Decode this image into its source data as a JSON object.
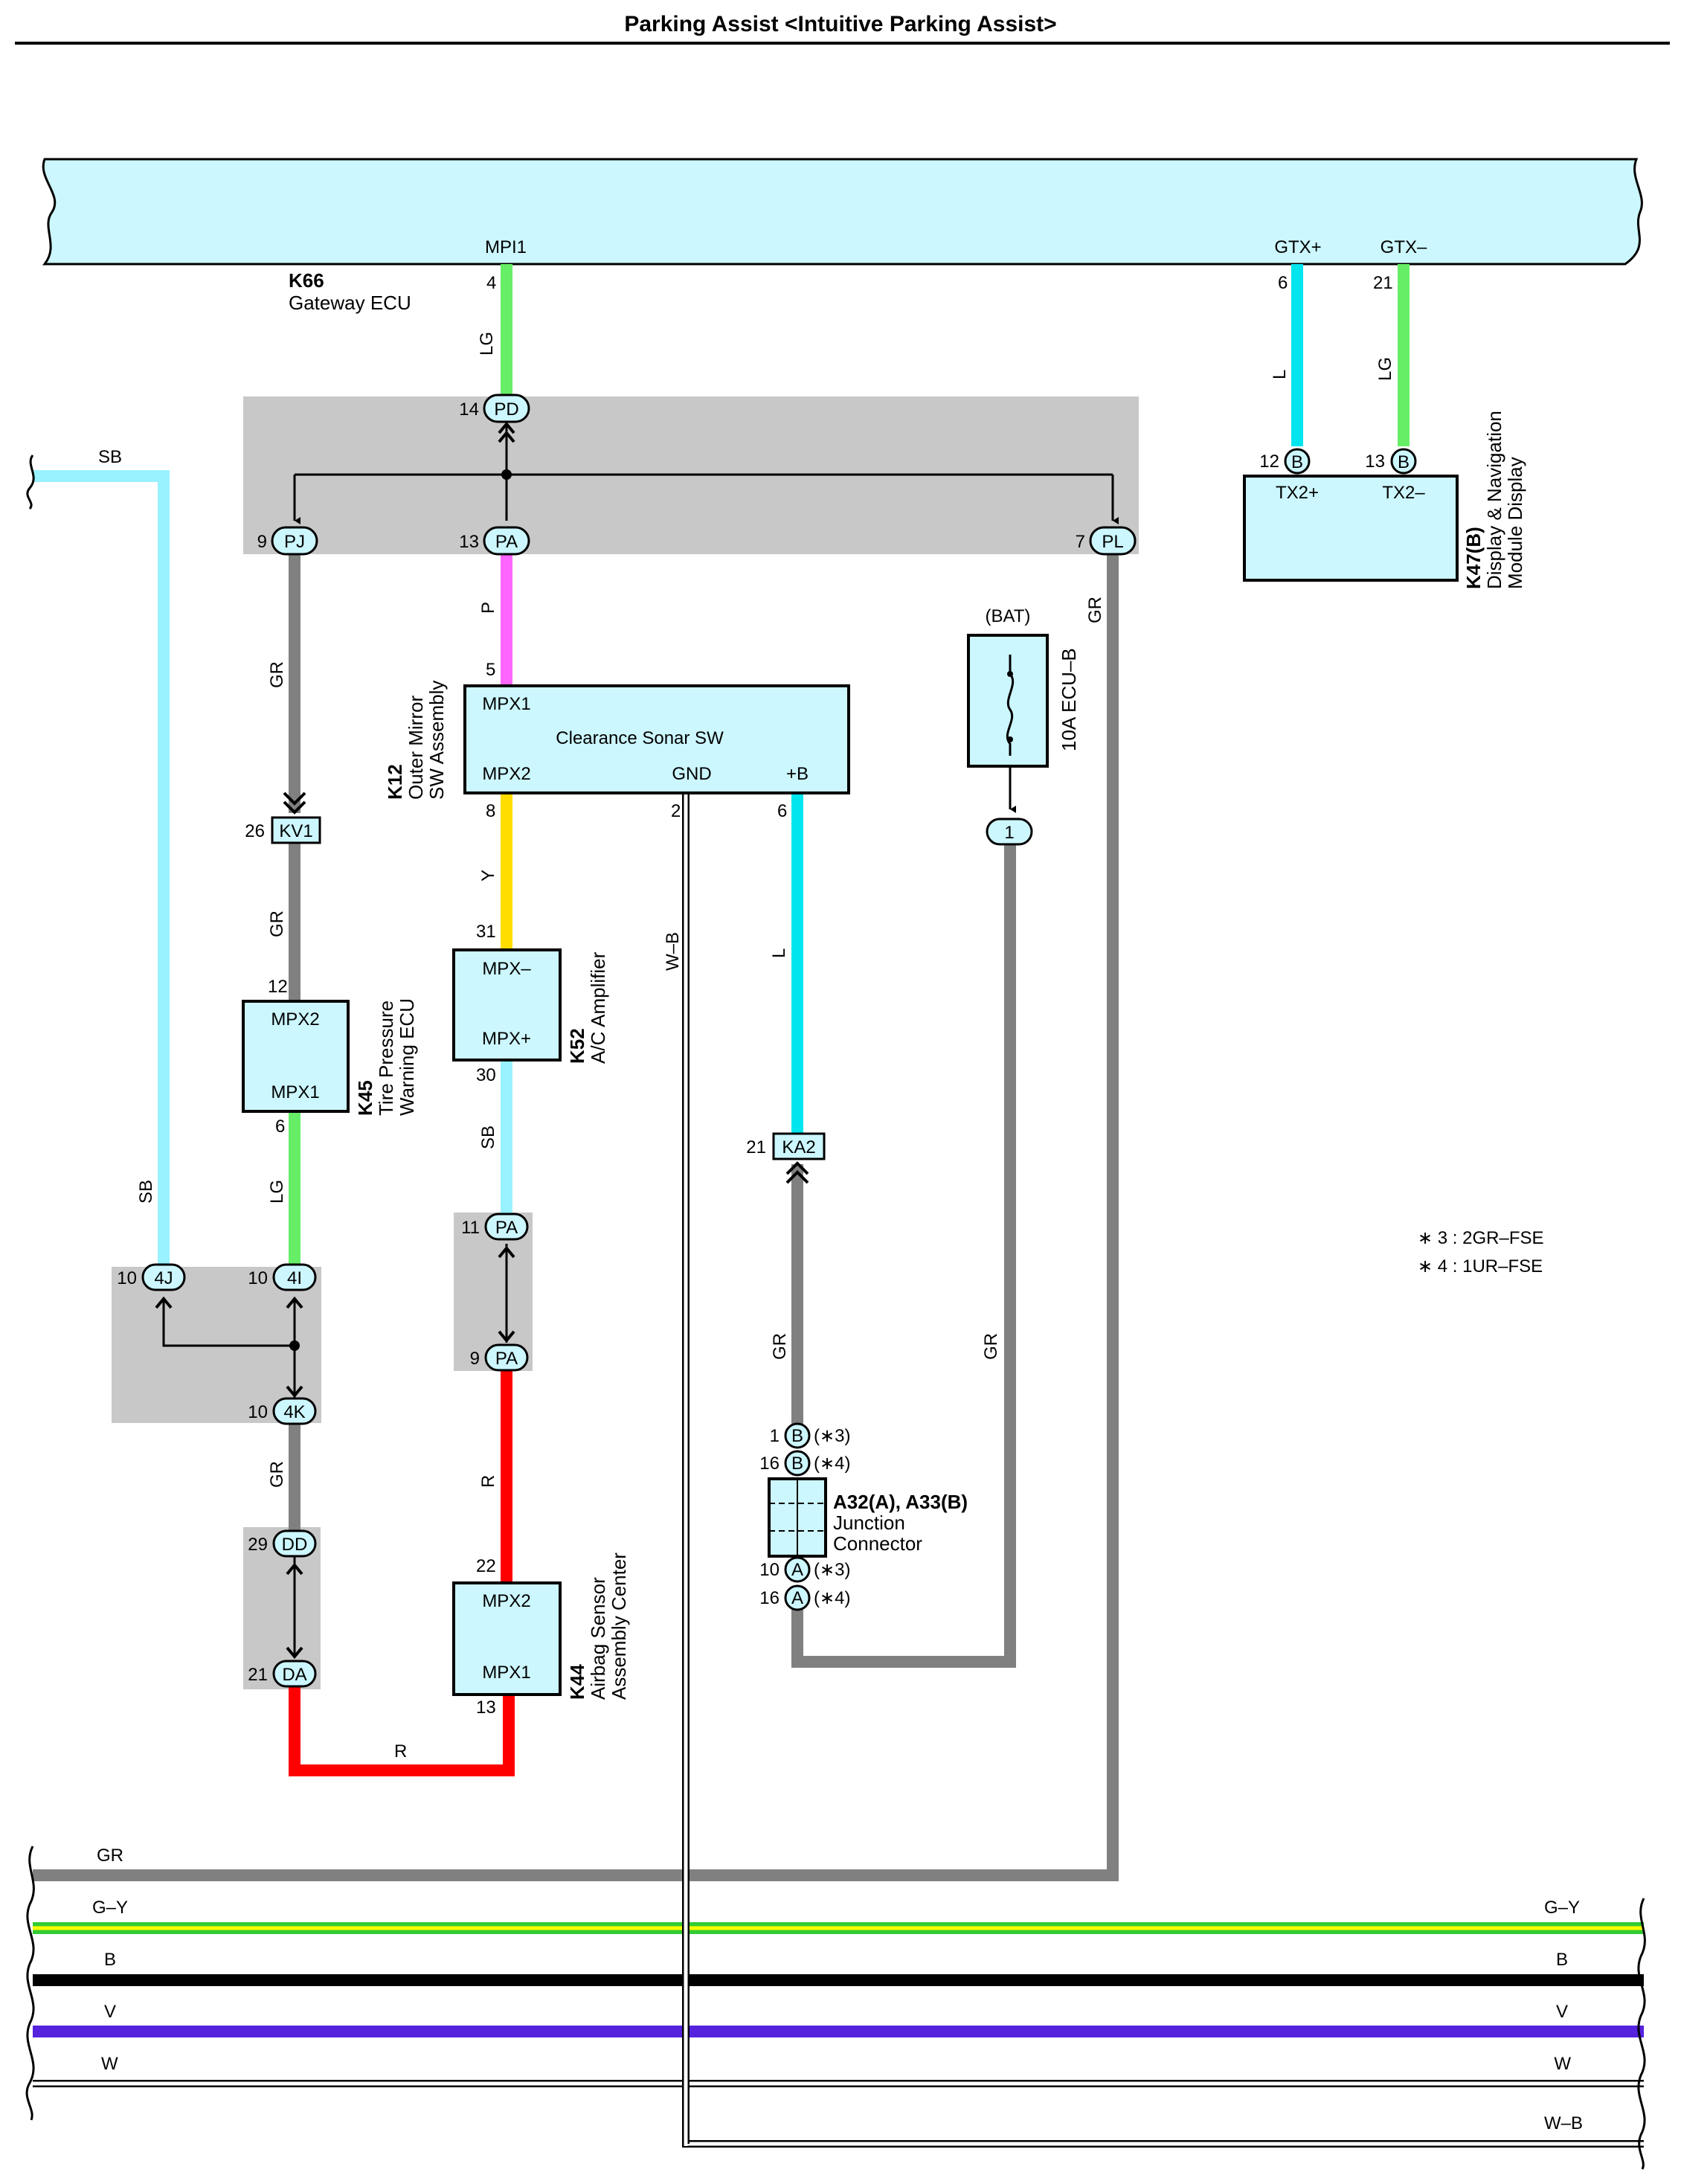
{
  "title": "Parking Assist <Intuitive Parking Assist>",
  "colors": {
    "LG": "#66ee66",
    "L": "#00e5ee",
    "GR": "#808080",
    "P": "#ff66ff",
    "Y": "#ffdd00",
    "SB": "#99f2ff",
    "R": "#ff0000",
    "G": "#33cc33",
    "GY_yellow": "#ffff00",
    "B": "#000000",
    "V": "#5522dd",
    "W": "#ffffff",
    "box_fill": "#ccf7ff",
    "junction_gray": "#c8c8c8",
    "bus_fill": "#ccf7ff"
  },
  "gateway": {
    "code": "K66",
    "name": "Gateway ECU",
    "pin_mpi1": "MPI1",
    "pin_mpi1_no": "4",
    "pin_gtxp": "GTX+",
    "pin_gtxp_no": "6",
    "pin_gtxm": "GTX–",
    "pin_gtxm_no": "21"
  },
  "display": {
    "code": "K47(B)",
    "name_line1": "Display & Navigation",
    "name_line2": "Module Display",
    "pin_tx2p": "TX2+",
    "pin_tx2p_no": "12",
    "pin_tx2m": "TX2–",
    "pin_tx2m_no": "13",
    "conn": "B"
  },
  "sonar": {
    "code": "K12",
    "name_line1": "Outer Mirror",
    "name_line2": "SW Assembly",
    "title": "Clearance Sonar SW",
    "mpx1": "MPX1",
    "mpx2": "MPX2",
    "gnd": "GND",
    "plus_b": "+B",
    "pin5": "5",
    "pin8": "8",
    "pin2": "2",
    "pin6": "6"
  },
  "tire": {
    "code": "K45",
    "name_line1": "Tire Pressure",
    "name_line2": "Warning ECU",
    "mpx2": "MPX2",
    "mpx1": "MPX1",
    "pin12": "12",
    "pin6": "6"
  },
  "ac": {
    "code": "K52",
    "name": "A/C Amplifier",
    "mpxm": "MPX–",
    "mpxp": "MPX+",
    "pin31": "31",
    "pin30": "30"
  },
  "airbag": {
    "code": "K44",
    "name_line1": "Airbag Sensor",
    "name_line2": "Assembly Center",
    "mpx2": "MPX2",
    "mpx1": "MPX1",
    "pin22": "22",
    "pin13": "13"
  },
  "fuse": {
    "source": "(BAT)",
    "name": "10A ECU–B",
    "pin": "1"
  },
  "junction": {
    "title": "A32(A), A33(B)",
    "line1": "Junction",
    "line2": "Connector",
    "b1_pin": "1",
    "b1_note": "(∗3)",
    "b16_pin": "16",
    "b16_note": "(∗4)",
    "a10_pin": "10",
    "a10_note": "(∗3)",
    "a16_pin": "16",
    "a16_note": "(∗4)",
    "conn_b": "B",
    "conn_a": "A"
  },
  "connectors": {
    "pd": "PD",
    "pd_no": "14",
    "pj": "PJ",
    "pj_no": "9",
    "pa1": "PA",
    "pa1_no": "13",
    "pl": "PL",
    "pl_no": "7",
    "kv1": "KV1",
    "kv1_no": "26",
    "ka2": "KA2",
    "ka2_no": "21",
    "j4": "4J",
    "j4_no": "10",
    "i4": "4I",
    "i4_no": "10",
    "k4": "4K",
    "k4_no": "10",
    "pa11": "PA",
    "pa11_no": "11",
    "pa9": "PA",
    "pa9_no": "9",
    "dd": "DD",
    "dd_no": "29",
    "da": "DA",
    "da_no": "21"
  },
  "wires": {
    "lg_top": "LG",
    "l_top": "L",
    "lg_top2": "LG",
    "p": "P",
    "gr_pj": "GR",
    "gr_pl": "GR",
    "sb_top": "SB",
    "sb_left": "SB",
    "gr_kv1": "GR",
    "lg_tire": "LG",
    "y": "Y",
    "sb_ac": "SB",
    "wb": "W–B",
    "l_b": "L",
    "gr_ka2": "GR",
    "gr_fuse": "GR",
    "gr_4k": "GR",
    "r_v": "R",
    "r_h": "R"
  },
  "bus_left": {
    "gr": "GR",
    "gy": "G–Y",
    "b": "B",
    "v": "V",
    "w": "W"
  },
  "bus_right": {
    "gy": "G–Y",
    "b": "B",
    "v": "V",
    "w": "W",
    "wb": "W–B"
  },
  "notes": {
    "n3": "∗ 3 : 2GR–FSE",
    "n4": "∗ 4 : 1UR–FSE"
  }
}
